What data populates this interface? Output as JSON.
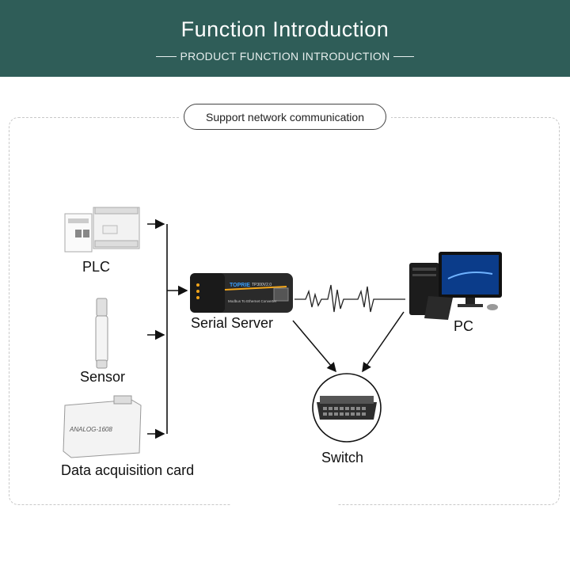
{
  "header": {
    "title": "Function Introduction",
    "subtitle": "PRODUCT FUNCTION INTRODUCTION"
  },
  "badge": {
    "text": "Support network communication"
  },
  "nodes": {
    "plc": "PLC",
    "sensor": "Sensor",
    "daq_card": "Data acquisition card",
    "serial_server": "Serial Server",
    "pc": "PC",
    "switch": "Switch"
  },
  "device_text": {
    "daq_card_print": "ANALOG-1608",
    "serial_brand": "TOPRIE",
    "serial_model": "TP300V2.0",
    "serial_desc": "Modbus To Ethernet Converter"
  },
  "colors": {
    "banner": "#2f5d58",
    "serial_server_body": "#2a2a2a",
    "serial_server_accent": "#f2a51a",
    "monitor_screen": "#0b3c8a"
  }
}
